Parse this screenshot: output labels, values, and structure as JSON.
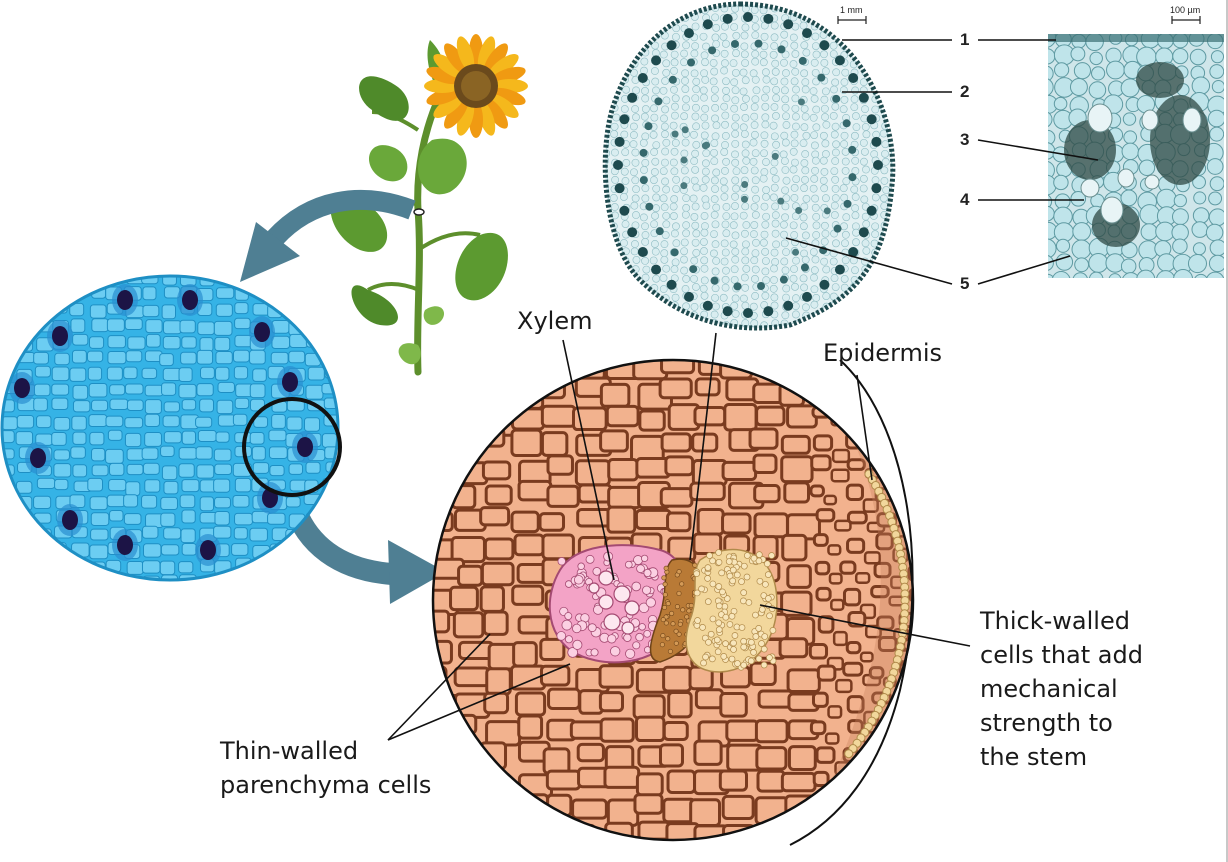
{
  "labels": {
    "xylem": "Xylem",
    "epidermis": "Epidermis",
    "thin_walled": [
      "Thin-walled",
      "parenchyma cells"
    ],
    "thick_walled": [
      "Thick-walled",
      "cells that add",
      "mechanical",
      "strength to",
      "the stem"
    ]
  },
  "micrograph": {
    "scale_left": "1 mm",
    "scale_right": "100 µm",
    "numbers": [
      "1",
      "2",
      "3",
      "4",
      "5"
    ]
  },
  "colors": {
    "arrow": "#4f7f93",
    "stain_blue": "#35b3e6",
    "bundle_dark": "#1c1446",
    "parenchyma_cell": "#f2b28e",
    "cell_wall": "#7a3b1f",
    "xylem": "#f3a3c6",
    "phloem": "#b97a36",
    "sclerenchyma": "#f2d79c",
    "micrograph_cells": "#d9edf0",
    "micrograph_dark": "#1e4a4e"
  }
}
